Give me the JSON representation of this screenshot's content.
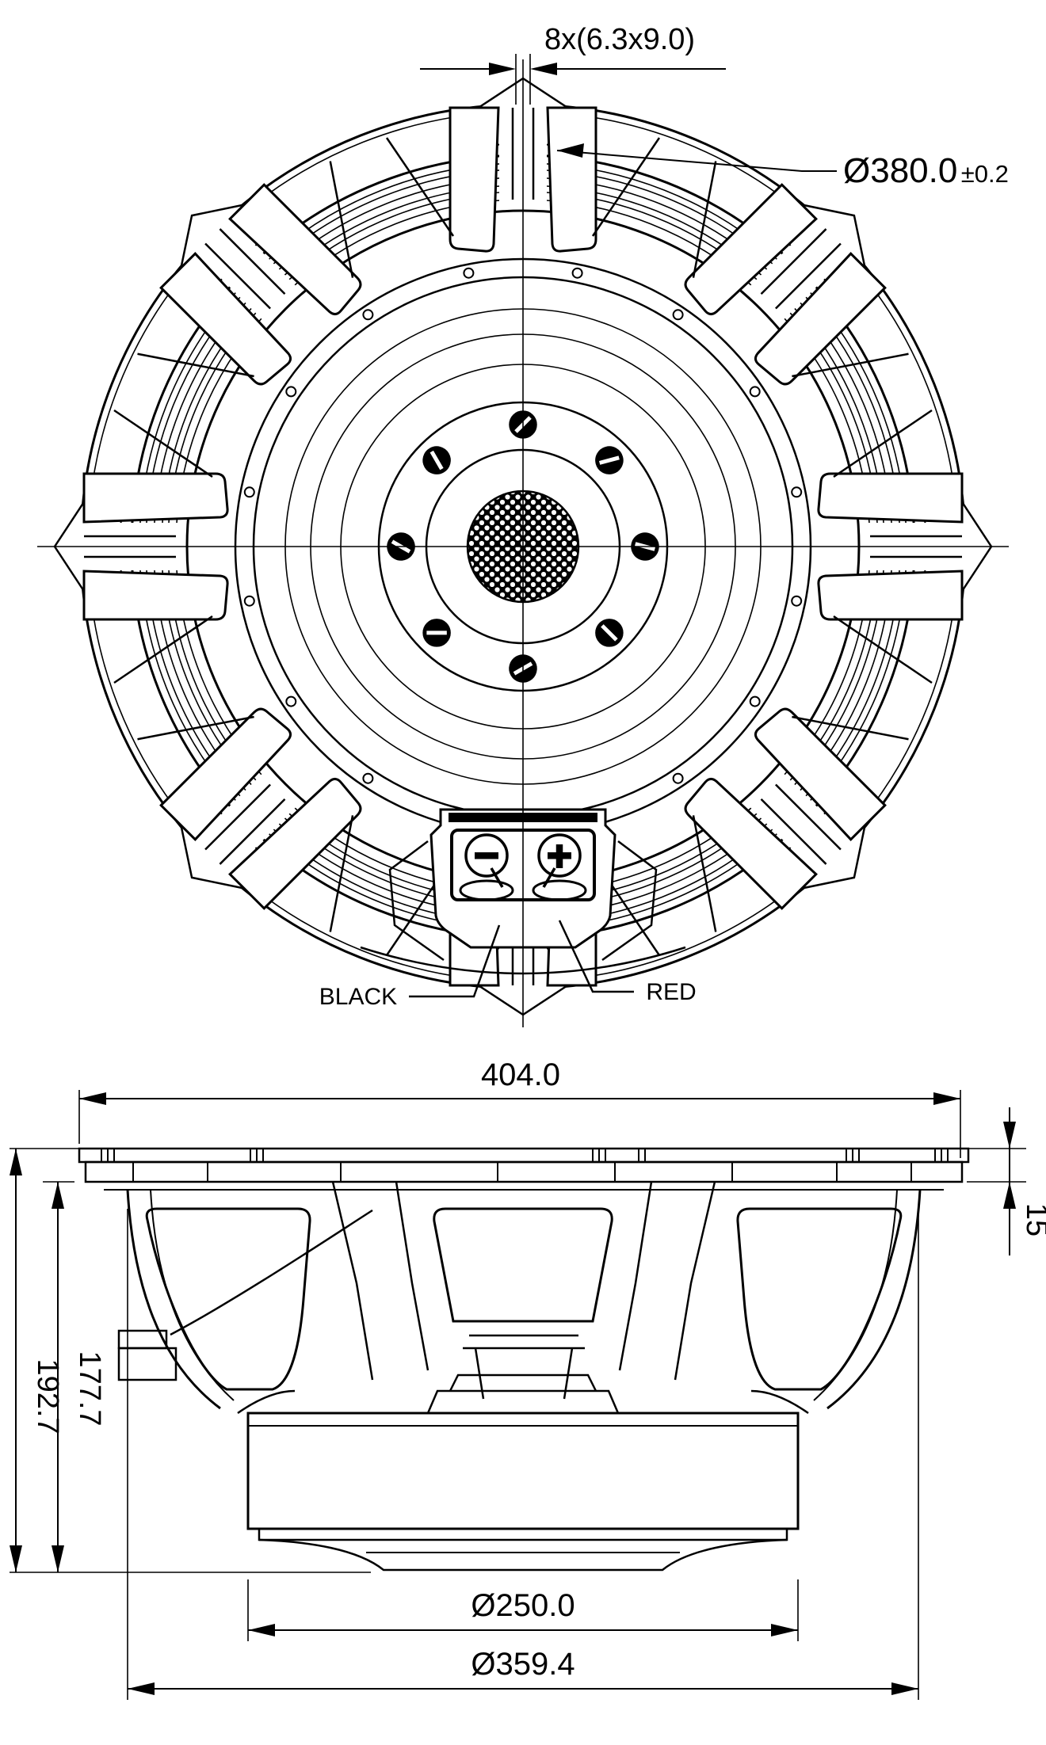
{
  "drawing": {
    "type": "technical-drawing",
    "subject": "loudspeaker-dimension-drawing",
    "front_view": {
      "mounting_slots_dim": "8x(6.3x9.0)",
      "bolt_circle_diameter": "Ø380.0",
      "bolt_circle_tolerance": "±0.2",
      "negative_terminal_label": "BLACK",
      "positive_terminal_label": "RED"
    },
    "side_view": {
      "overall_width": "404.0",
      "flange_thickness": "15",
      "overall_depth": "192.7",
      "mounting_depth": "177.7",
      "magnet_diameter": "Ø250.0",
      "basket_diameter": "Ø359.4"
    },
    "colors": {
      "line": "#000000",
      "background": "#ffffff"
    }
  }
}
